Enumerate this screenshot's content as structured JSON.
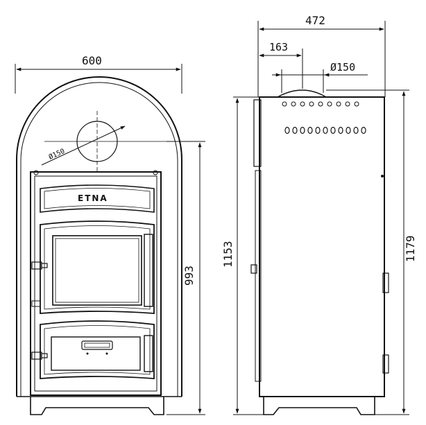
{
  "front_view": {
    "width_dim": "600",
    "height_dim": "993",
    "flue_dim": "Ø150",
    "brand": "ETNA"
  },
  "side_view": {
    "depth_dim": "472",
    "flue_offset_dim": "163",
    "flue_dim": "Ø150",
    "height_dim_1": "1153",
    "height_dim_2": "1179"
  },
  "colors": {
    "line": "#111111",
    "background": "#ffffff"
  }
}
